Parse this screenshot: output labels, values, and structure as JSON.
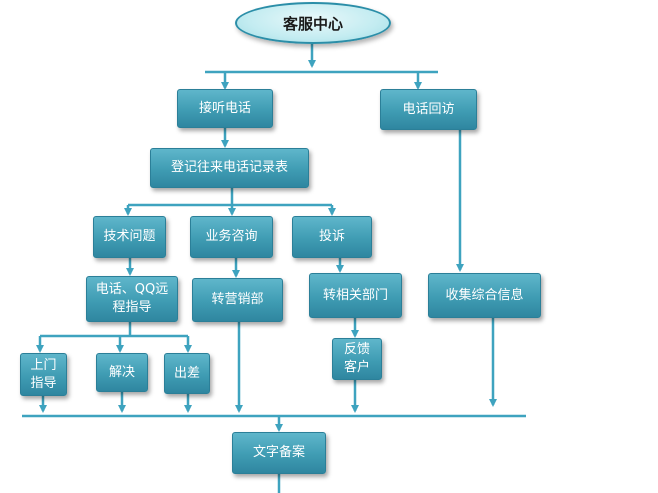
{
  "nodes": {
    "root": "客服中心",
    "answer_call": "接听电话",
    "call_back": "电话回访",
    "log_calls": "登记往来电话记录表",
    "tech_issue": "技术问题",
    "business_consult": "业务咨询",
    "complaint": "投诉",
    "phone_qq_guide": "电话、QQ远\n程指导",
    "transfer_sales": "转营销部",
    "transfer_dept": "转相关部门",
    "collect_info": "收集综合信息",
    "onsite_guide": "上门\n指导",
    "resolve": "解决",
    "business_trip": "出差",
    "feedback_customer": "反馈\n客户",
    "archive": "文字备案"
  },
  "colors": {
    "box_fill": "#3f9cb3",
    "line": "#3ea3bf",
    "ellipse_fill": "#c3ecf1"
  }
}
